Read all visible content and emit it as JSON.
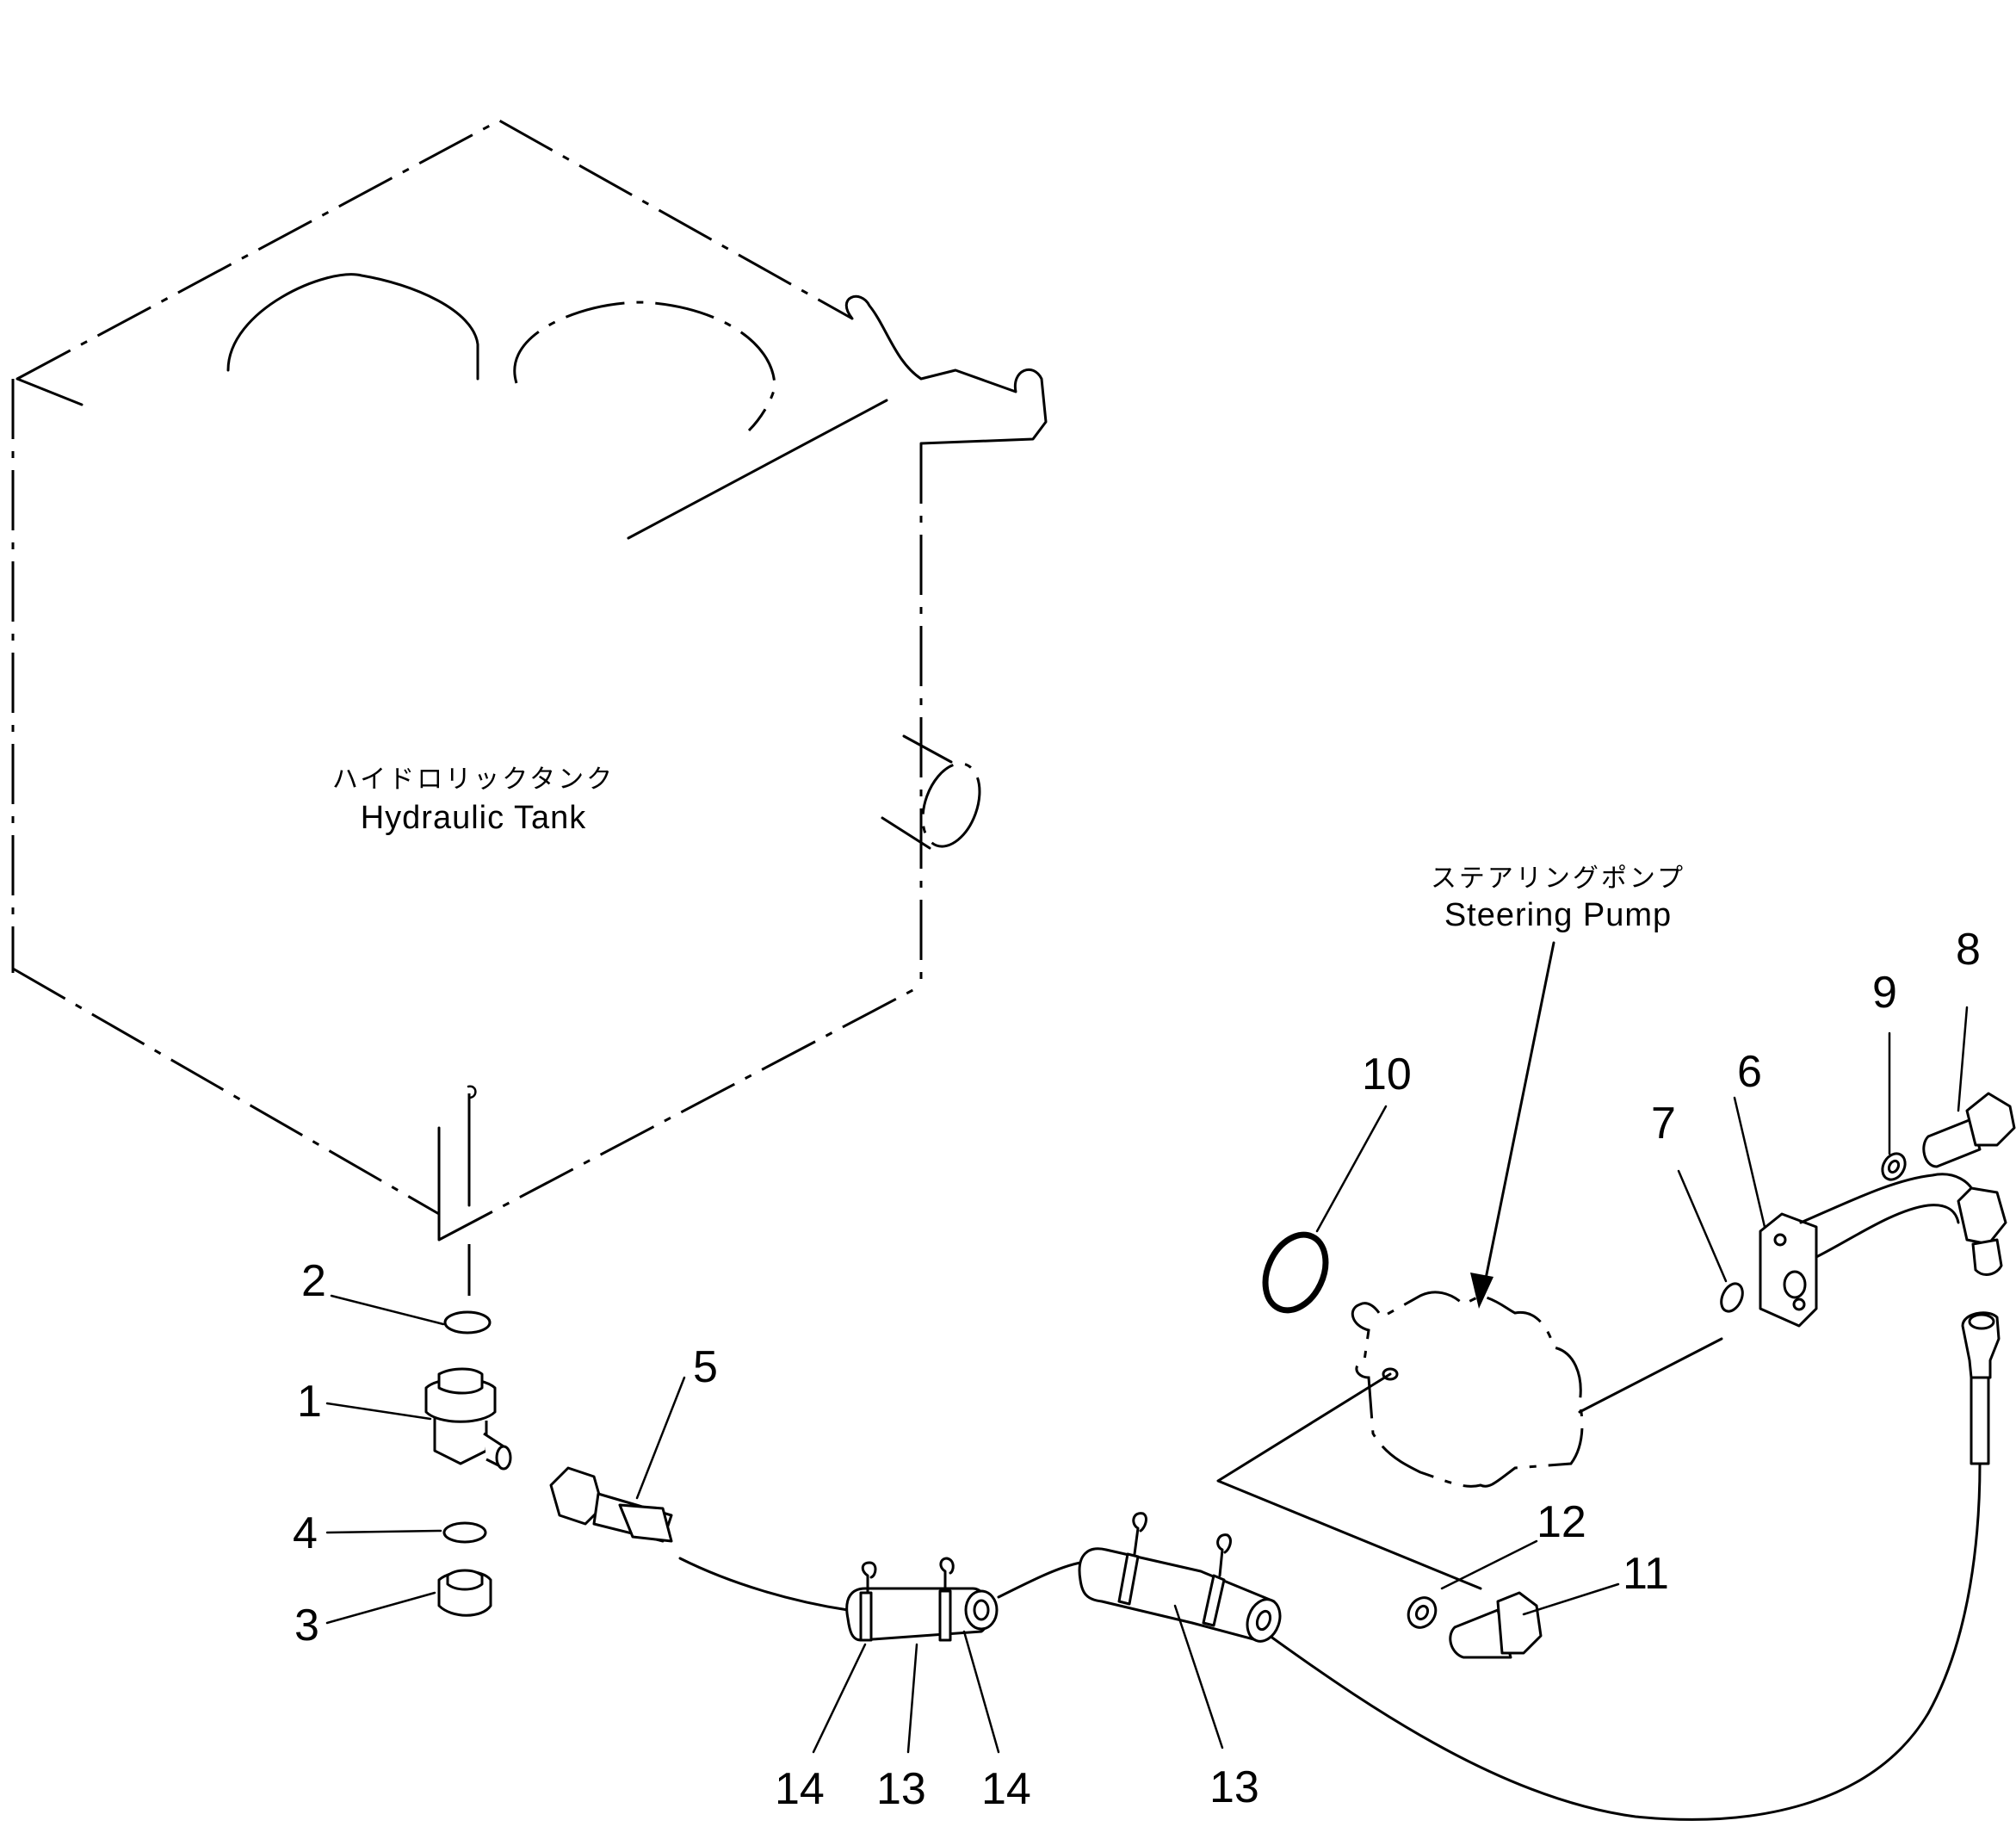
{
  "labels": {
    "tank_jp": "ハイドロリックタンク",
    "tank_en": "Hydraulic Tank",
    "pump_jp": "ステアリングポンプ",
    "pump_en": "Steering Pump"
  },
  "callouts": {
    "c1": "1",
    "c2": "2",
    "c3": "3",
    "c4": "4",
    "c5": "5",
    "c6": "6",
    "c7": "7",
    "c8": "8",
    "c9": "9",
    "c10": "10",
    "c11": "11",
    "c12": "12",
    "c13a": "13",
    "c13b": "13",
    "c14a": "14",
    "c14b": "14"
  }
}
